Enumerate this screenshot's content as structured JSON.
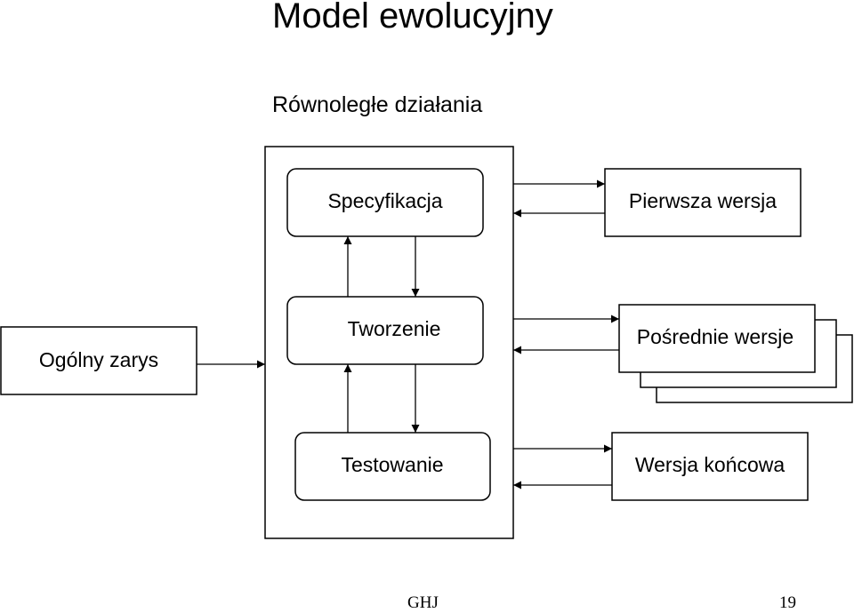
{
  "slide": {
    "title": "Model ewolucyjny",
    "subtitle": "Równoległe działania",
    "footer_author": "GHJ",
    "page_number": "19"
  },
  "diagram": {
    "activities": {
      "specification": "Specyfikacja",
      "development": "Tworzenie",
      "validation": "Testowanie"
    },
    "input": "Ogólny zarys",
    "outputs": {
      "initial": "Pierwsza wersja",
      "intermediate": "Pośrednie wersje",
      "final": "Wersja końcowa"
    }
  }
}
